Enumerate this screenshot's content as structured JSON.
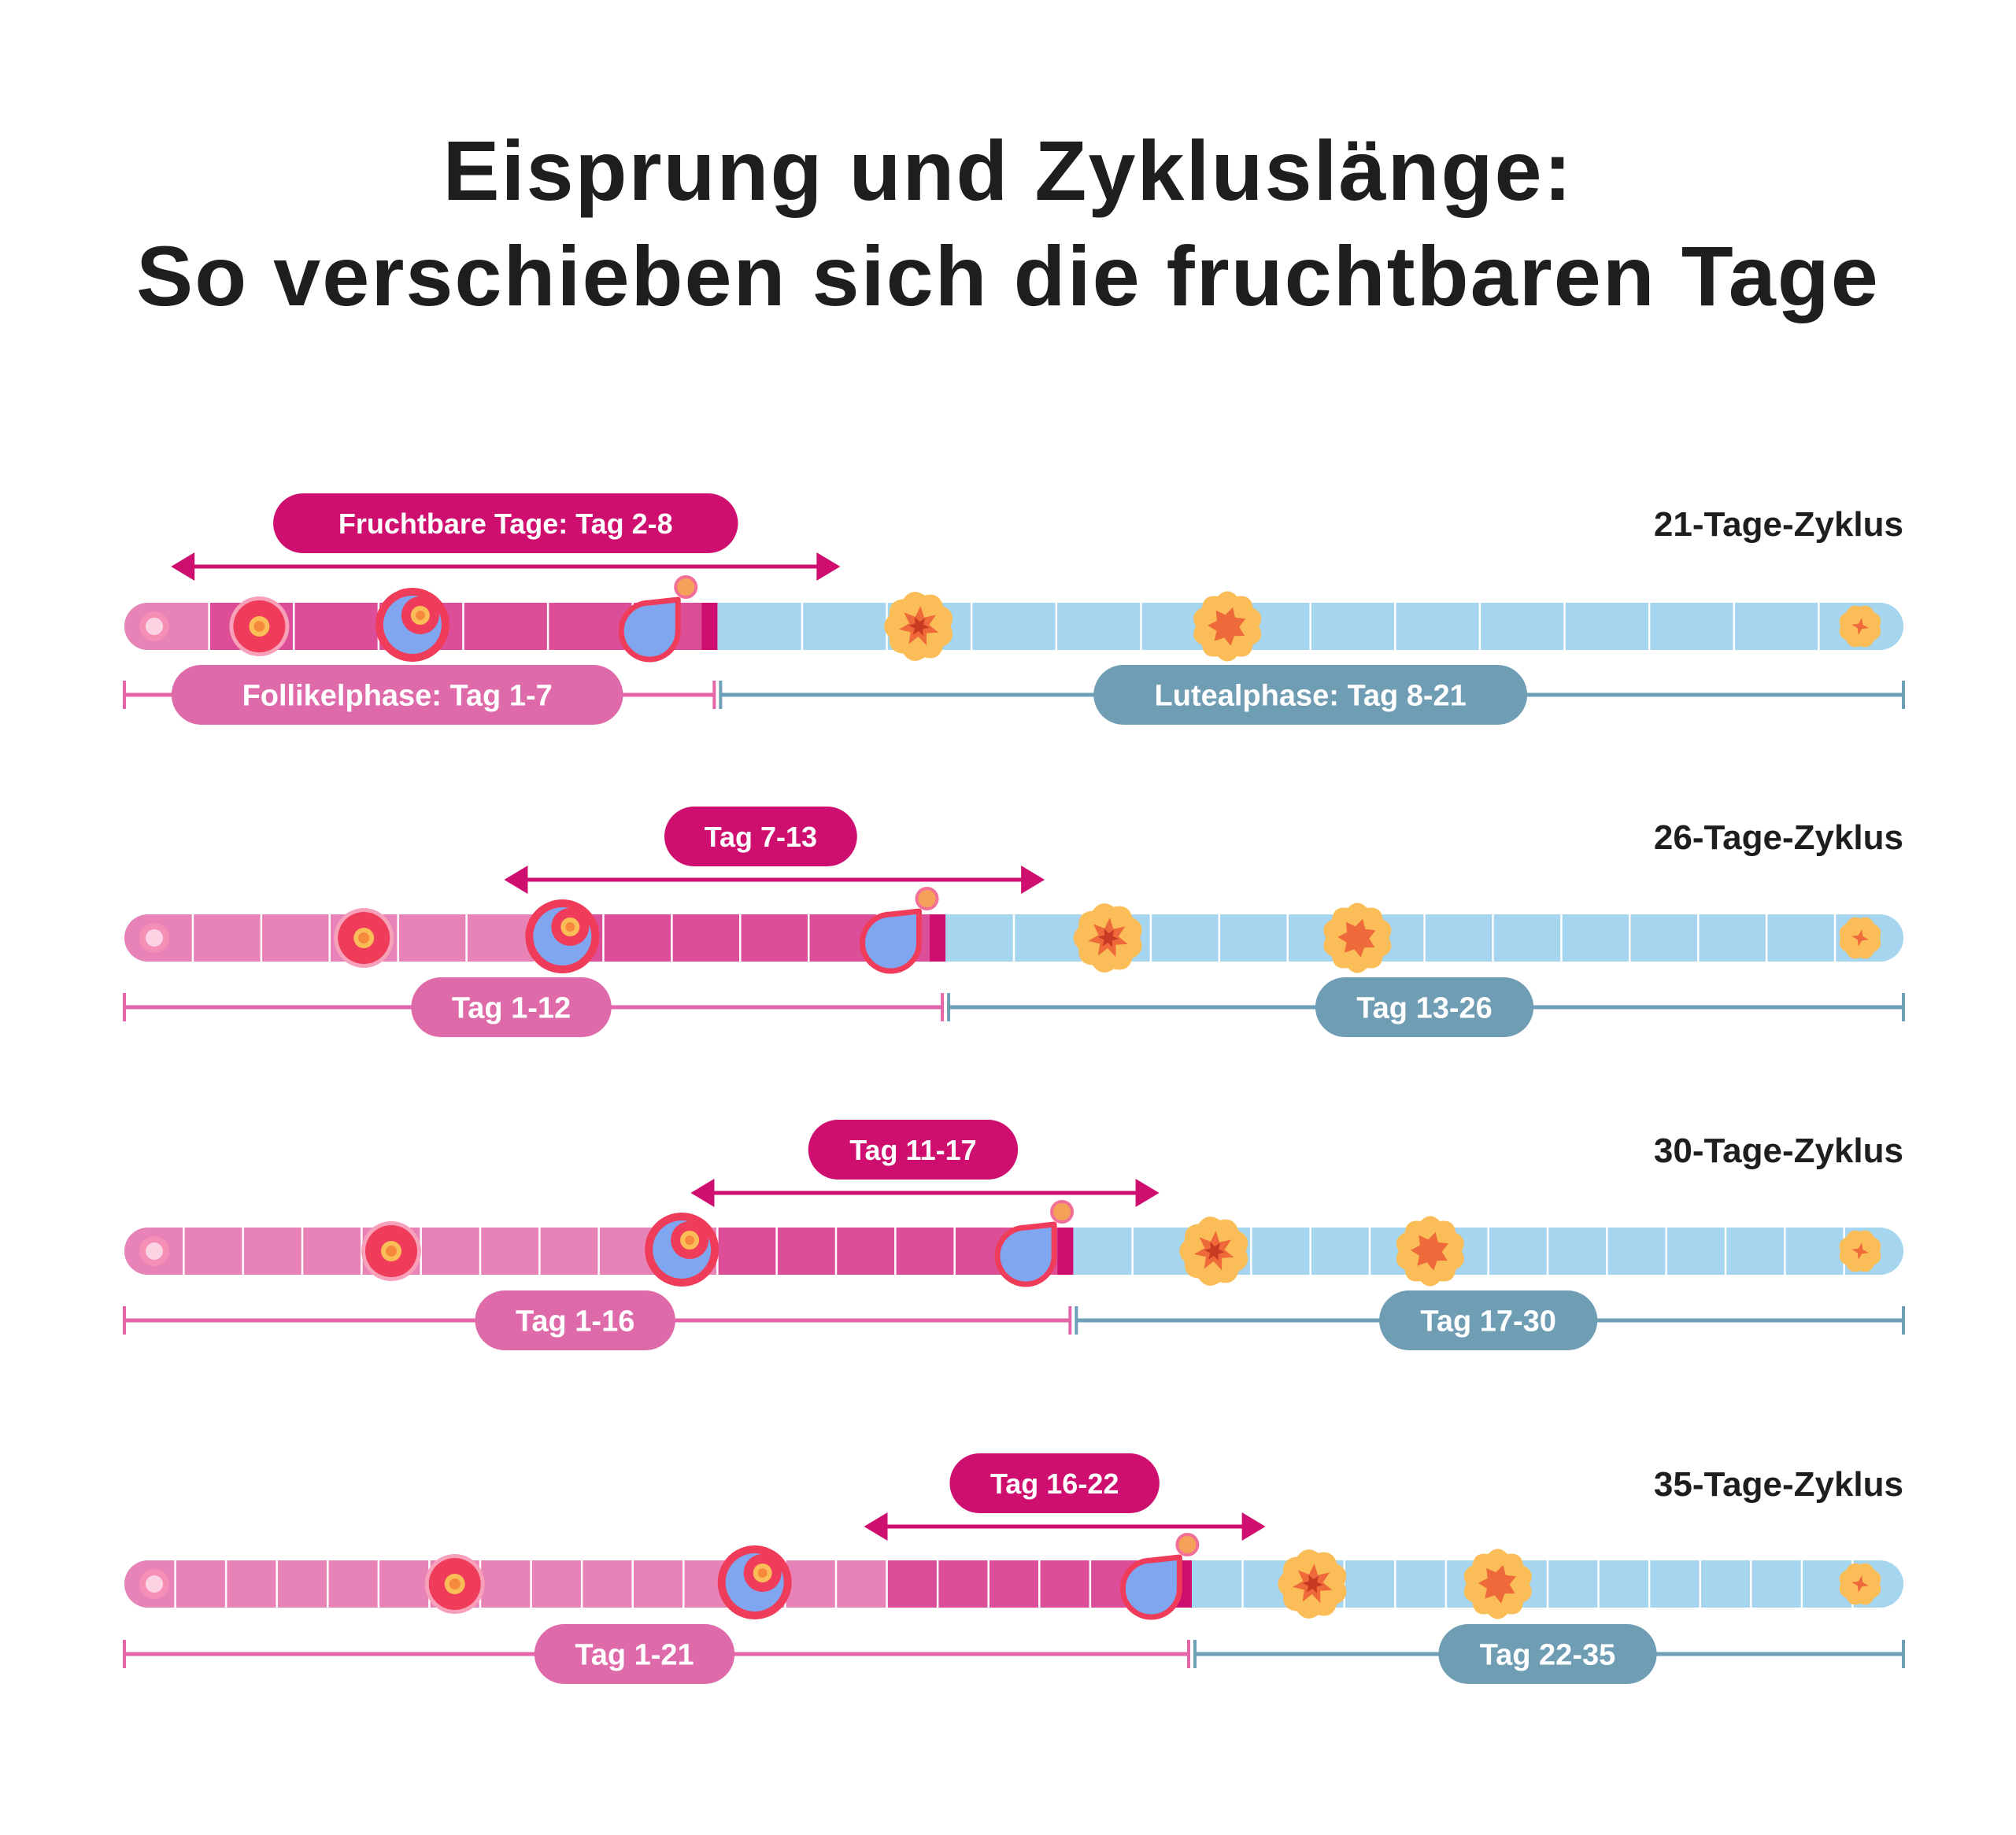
{
  "title": {
    "line1": "Eisprung und Zykluslänge:",
    "line2": "So verschieben sich die fruchtbaren Tage"
  },
  "colors": {
    "follicular_light": "#e883b8",
    "follicular_dark": "#dc4f98",
    "fertile_arrow": "#cf0f6f",
    "luteal_bar": "#a5d5ef",
    "luteal_line": "#6d9fb7",
    "luteal_pill": "#6f9db4",
    "follicular_pill": "#de6aa9",
    "follicle_red": "#ef3c5a",
    "egg_blue": "#7fa6ef",
    "corpus_yellow": "#fbbd57",
    "corpus_orange": "#ee6a3a"
  },
  "icons": [
    "follicle-icon",
    "maturing-follicle-icon",
    "ovulation-egg-icon",
    "corpus-luteum-icon"
  ],
  "cycles": [
    {
      "label": "21-Tage-Zyklus",
      "length": 21,
      "fertile_label": "Fruchtbare Tage: Tag 2-8",
      "fertile_start": 2,
      "fertile_end": 8,
      "follicular_label": "Follikelphase: Tag 1-7",
      "follicular_end": 7,
      "luteal_label": "Lutealphase: Tag 8-21",
      "luteal_start": 8,
      "luteal_end": 21
    },
    {
      "label": "26-Tage-Zyklus",
      "length": 26,
      "fertile_label": "Tag 7-13",
      "fertile_start": 7,
      "fertile_end": 13,
      "follicular_label": "Tag 1-12",
      "follicular_end": 12,
      "luteal_label": "Tag 13-26",
      "luteal_start": 13,
      "luteal_end": 26
    },
    {
      "label": "30-Tage-Zyklus",
      "length": 30,
      "fertile_label": "Tag 11-17",
      "fertile_start": 11,
      "fertile_end": 17,
      "follicular_label": "Tag 1-16",
      "follicular_end": 16,
      "luteal_label": "Tag 17-30",
      "luteal_start": 17,
      "luteal_end": 30
    },
    {
      "label": "35-Tage-Zyklus",
      "length": 35,
      "fertile_label": "Tag 16-22",
      "fertile_start": 16,
      "fertile_end": 22,
      "follicular_label": "Tag 1-21",
      "follicular_end": 21,
      "luteal_label": "Tag 22-35",
      "luteal_start": 22,
      "luteal_end": 35
    }
  ]
}
